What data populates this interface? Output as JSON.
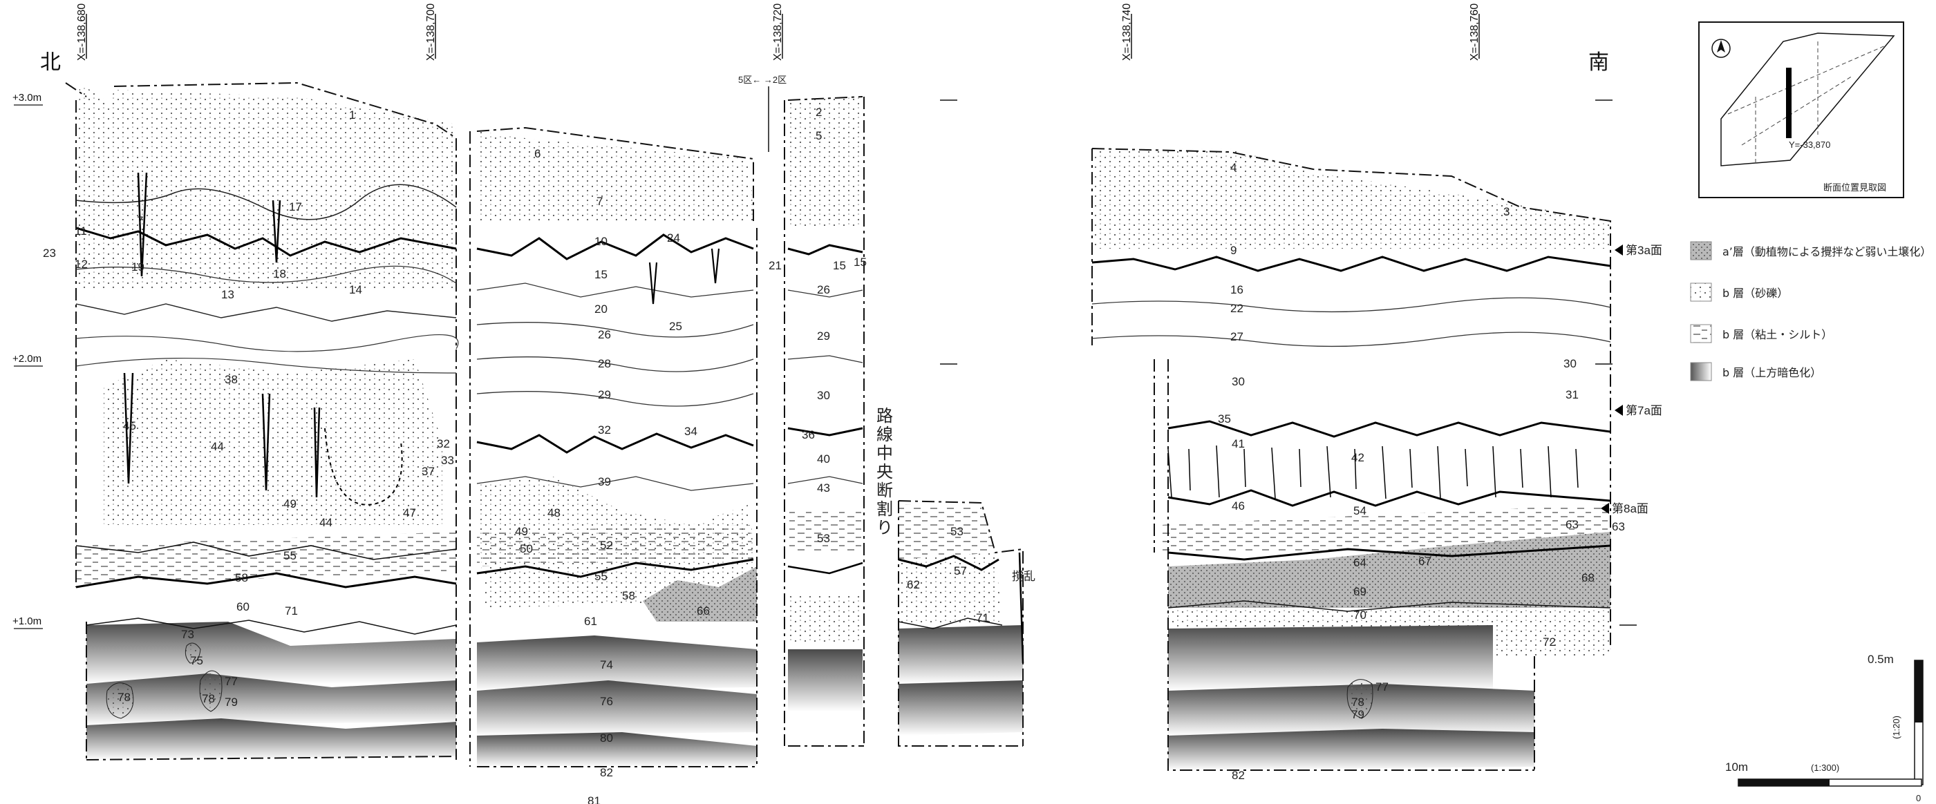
{
  "directions": {
    "north": "北",
    "south": "南"
  },
  "coords": [
    "X=-138,680",
    "X=-138,700",
    "X=-138,720",
    "X=-138,740",
    "X=-138,760"
  ],
  "elevations": [
    "+3.0m",
    "+2.0m",
    "+1.0m"
  ],
  "district_label": "5区←  →2区",
  "center_cut_label": "路線中央断割り",
  "disturbance_label": "撹乱",
  "surfaces": [
    "第3a面",
    "第7a面",
    "第8a面"
  ],
  "legend": [
    {
      "label": "a’層（動植物による攪拌など弱い土壌化）",
      "pattern": "dense-dots"
    },
    {
      "label": "b 層（砂礫）",
      "pattern": "sparse-dots"
    },
    {
      "label": "b 層（粘土・シルト）",
      "pattern": "dashes"
    },
    {
      "label": "b 層（上方暗色化）",
      "pattern": "gradient"
    }
  ],
  "key_map": {
    "caption": "断面位置見取図",
    "y_label": "Y=-33,870"
  },
  "scale": {
    "distance_label": "10m",
    "ratio_h": "(1:300)",
    "height_label": "0.5m",
    "ratio_v": "(1:20)",
    "zero": "0"
  },
  "layer_labels": {
    "panel1": [
      "1",
      "17",
      "7",
      "11",
      "23",
      "12",
      "19",
      "18",
      "13",
      "14",
      "38",
      "45",
      "44",
      "49",
      "44",
      "37",
      "32",
      "33",
      "47",
      "55",
      "58",
      "60",
      "71",
      "73",
      "75",
      "77",
      "78",
      "78",
      "79"
    ],
    "panel2": [
      "6",
      "7",
      "24",
      "10",
      "15",
      "20",
      "25",
      "26",
      "28",
      "29",
      "32",
      "34",
      "39",
      "48",
      "49",
      "50",
      "52",
      "55",
      "58",
      "61",
      "66",
      "74",
      "76",
      "80",
      "82",
      "81"
    ],
    "panel3": [
      "2",
      "5",
      "21",
      "15",
      "15",
      "26",
      "29",
      "30",
      "36",
      "40",
      "43",
      "53"
    ],
    "panel4": [
      "53",
      "57",
      "62",
      "71"
    ],
    "panel5": [
      "4",
      "3",
      "9",
      "16",
      "22",
      "27",
      "30",
      "30",
      "31",
      "35",
      "41",
      "42",
      "46",
      "54",
      "63",
      "64",
      "63",
      "67",
      "68",
      "69",
      "70",
      "72",
      "77",
      "78",
      "79",
      "82"
    ]
  }
}
